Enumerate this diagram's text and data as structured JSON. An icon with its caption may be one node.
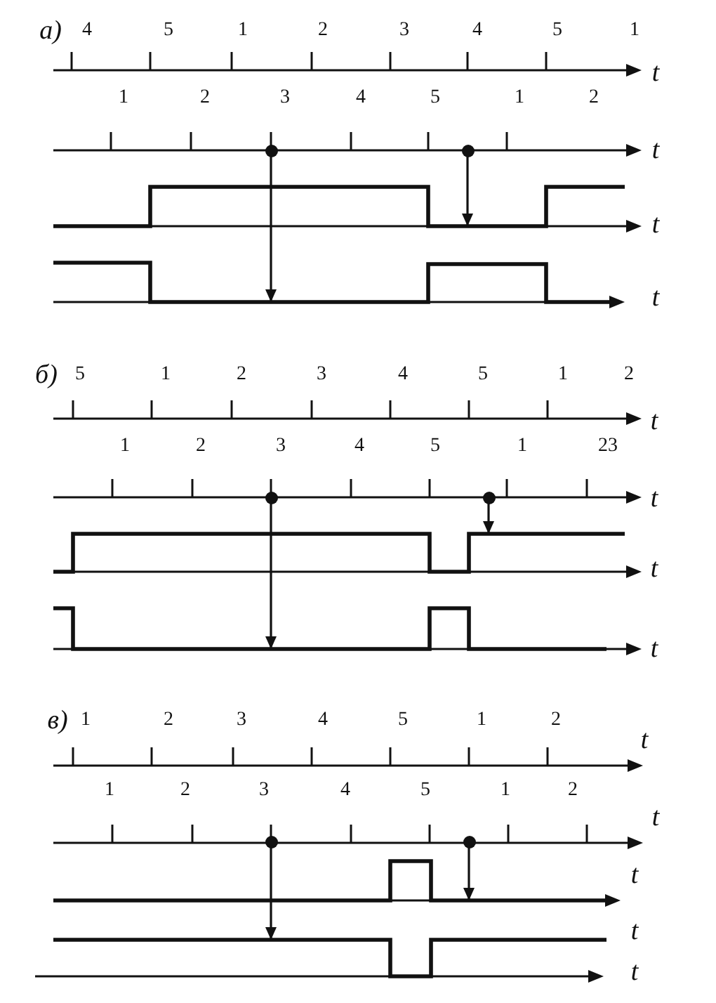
{
  "diagram": {
    "nodes": [
      {
        "text": [],
        "shape": "circle"
      },
      {
        "text": [],
        "shape": "circle"
      },
      {
        "text": [],
        "shape": "circle"
      },
      {
        "text": [],
        "shape": "circle"
      },
      {
        "text": [],
        "shape": "circle"
      },
      {
        "text": [],
        "shape": "circle"
      }
    ],
    "edges": [
      {
        "from": 0,
        "to": null,
        "arrow": "to"
      },
      {
        "from": 1,
        "to": null,
        "arrow": "to"
      },
      {
        "from": 2,
        "to": null,
        "arrow": "to"
      },
      {
        "from": 3,
        "to": null,
        "arrow": "to"
      },
      {
        "from": 4,
        "to": null,
        "arrow": "to"
      },
      {
        "from": 5,
        "to": null,
        "arrow": "to"
      }
    ],
    "labels": [
      "а)",
      "4",
      "5",
      "1",
      "2",
      "3",
      "4",
      "5",
      "1",
      "t",
      "1",
      "2",
      "3",
      "4",
      "5",
      "1",
      "2",
      "t",
      "t",
      "t",
      "б)",
      "5",
      "1",
      "2",
      "3",
      "4",
      "5",
      "1",
      "2",
      "t",
      "1",
      "2",
      "3",
      "4",
      "5",
      "1",
      "23",
      "t",
      "t",
      "t",
      "в)",
      "1",
      "2",
      "3",
      "4",
      "5",
      "1",
      "2",
      "t",
      "1",
      "2",
      "3",
      "4",
      "5",
      "1",
      "2",
      "t",
      "t",
      "t",
      "t"
    ]
  }
}
